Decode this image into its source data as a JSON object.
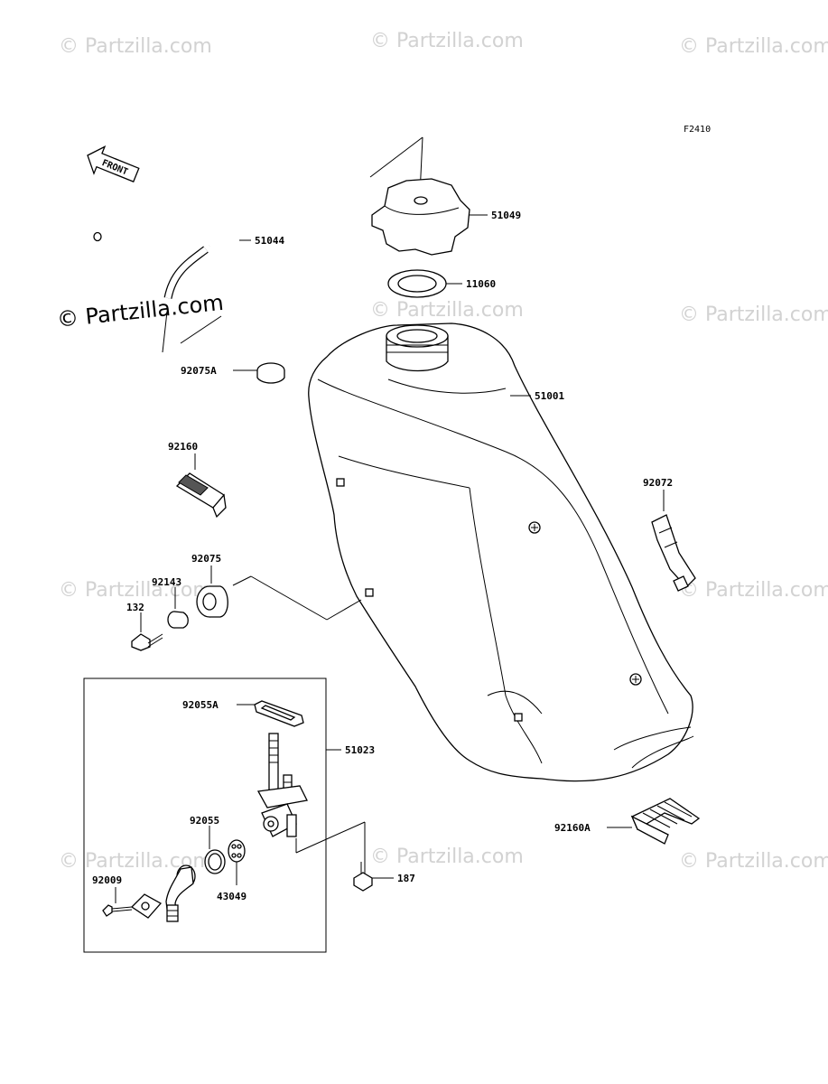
{
  "figure_code": "F2410",
  "front_label": "FRONT",
  "watermark_text": "© Partzilla.com",
  "watermark_emphasis": "© Partzilla.com",
  "parts": {
    "p51049": "51049",
    "p51044": "51044",
    "p11060": "11060",
    "p92075A": "92075A",
    "p51001": "51001",
    "p92160": "92160",
    "p92072": "92072",
    "p92075": "92075",
    "p92143": "92143",
    "p132": "132",
    "p92055A": "92055A",
    "p51023": "51023",
    "p92055": "92055",
    "p92009": "92009",
    "p43049": "43049",
    "p187": "187",
    "p92160A": "92160A"
  }
}
